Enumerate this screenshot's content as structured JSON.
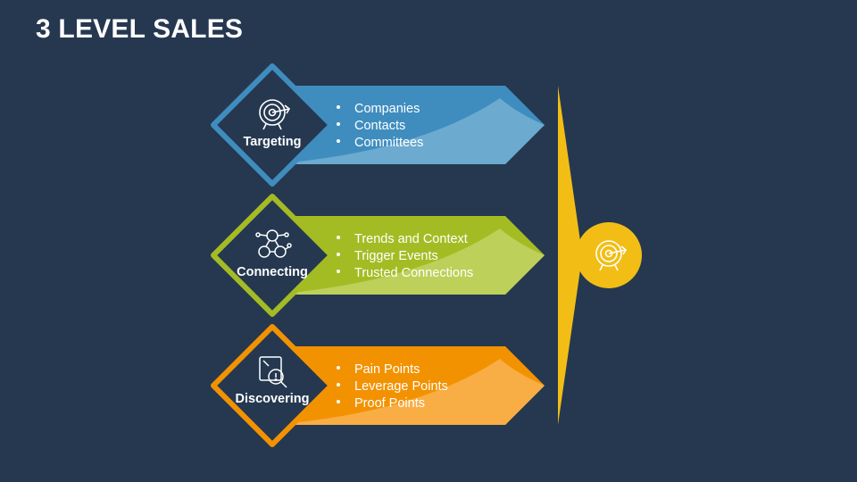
{
  "title": "3 LEVEL SALES",
  "colors": {
    "background": "#253850",
    "hub": "#F2BE16",
    "icon_stroke": "#ffffff"
  },
  "center_icon": "target-arrow-icon",
  "levels": [
    {
      "label": "Targeting",
      "icon": "target-arrow-icon",
      "color": "#3F8DBF",
      "color_light": "#6CAAD0",
      "items": [
        "Companies",
        "Contacts",
        "Committees"
      ]
    },
    {
      "label": "Connecting",
      "icon": "network-people-icon",
      "color": "#A4BC24",
      "color_light": "#BDD05A",
      "items": [
        "Trends and Context",
        "Trigger Events",
        "Trusted Connections"
      ]
    },
    {
      "label": "Discovering",
      "icon": "magnifier-search-icon",
      "color": "#F39200",
      "color_light": "#F8AE45",
      "items": [
        "Pain Points",
        "Leverage Points",
        "Proof Points"
      ]
    }
  ]
}
